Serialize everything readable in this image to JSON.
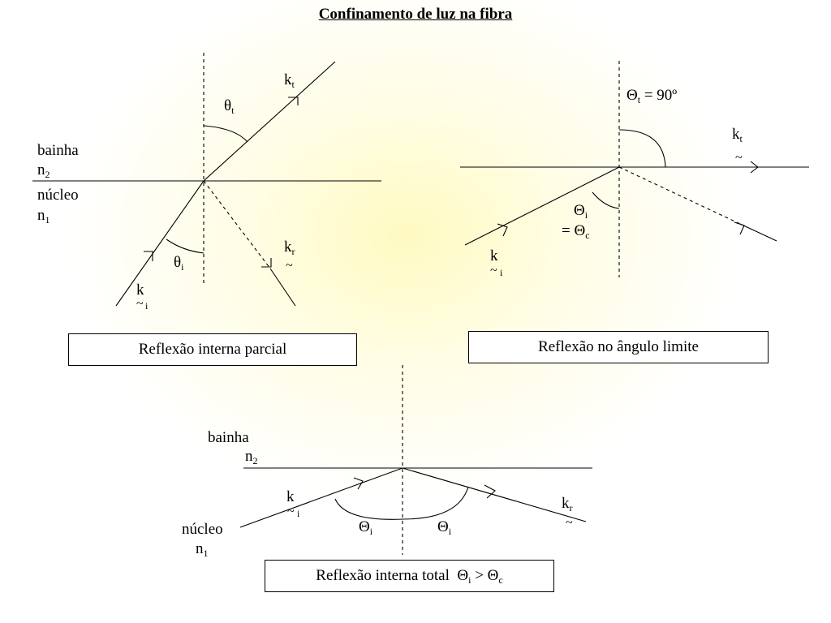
{
  "title": "Confinamento de luz na fibra",
  "panel_partial": {
    "cladding": "bainha",
    "n2": "n",
    "n2_sub": "2",
    "core": "núcleo",
    "n1": "n",
    "n1_sub": "1",
    "theta_t": "θ",
    "theta_t_sub": "t",
    "theta_i": "θ",
    "theta_i_sub": "i",
    "k_t": "k",
    "k_t_sub": "t",
    "k_r": "k",
    "k_r_sub": "r",
    "k_i": "k",
    "k_i_sub": "i",
    "tilde": "~",
    "caption": "Reflexão interna parcial"
  },
  "panel_critical": {
    "theta_t": "Θ",
    "theta_t_sub": "t",
    "theta_t_value": " = 90º",
    "k_t": "k",
    "k_t_sub": "t",
    "theta_i": "Θ",
    "theta_i_sub": "i",
    "eq_theta_c": "= Θ",
    "theta_c_sub": "c",
    "k_i": "k",
    "k_i_sub": "i",
    "tilde": "~",
    "caption": "Reflexão no ângulo limite"
  },
  "panel_total": {
    "cladding": "bainha",
    "n2": "n",
    "n2_sub": "2",
    "core": "núcleo",
    "n1": "n",
    "n1_sub": "1",
    "k_i": "k",
    "k_i_sub": "i",
    "k_r": "k",
    "k_r_sub": "r",
    "theta_left": "Θ",
    "theta_left_sub": "i",
    "theta_right": "Θ",
    "theta_right_sub": "i",
    "tilde": "~",
    "caption": "Reflexão interna total",
    "caption_theta_i": "Θ",
    "caption_i_sub": "i",
    "caption_gt": " > Θ",
    "caption_c_sub": "c"
  }
}
